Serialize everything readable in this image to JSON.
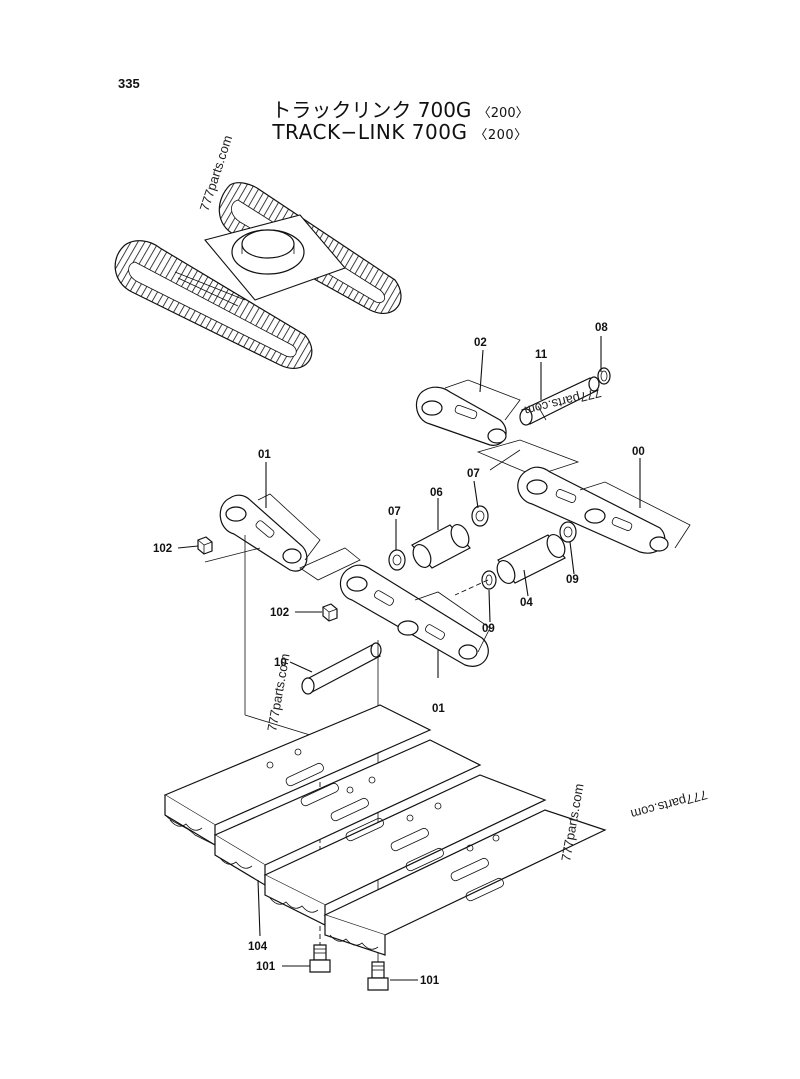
{
  "page_number": "335",
  "title": {
    "jp_main": "トラックリンク 700G",
    "en_main": "TRACK−LINK 700G",
    "variant": "〈200〉"
  },
  "watermark": "777parts.com",
  "part_labels": {
    "p00": "00",
    "p01a": "01",
    "p01b": "01",
    "p02": "02",
    "p04": "04",
    "p06": "06",
    "p07a": "07",
    "p07b": "07",
    "p08": "08",
    "p09a": "09",
    "p09b": "09",
    "p10": "10",
    "p11": "11",
    "p101a": "101",
    "p101b": "101",
    "p102a": "102",
    "p102b": "102",
    "p104": "104"
  }
}
